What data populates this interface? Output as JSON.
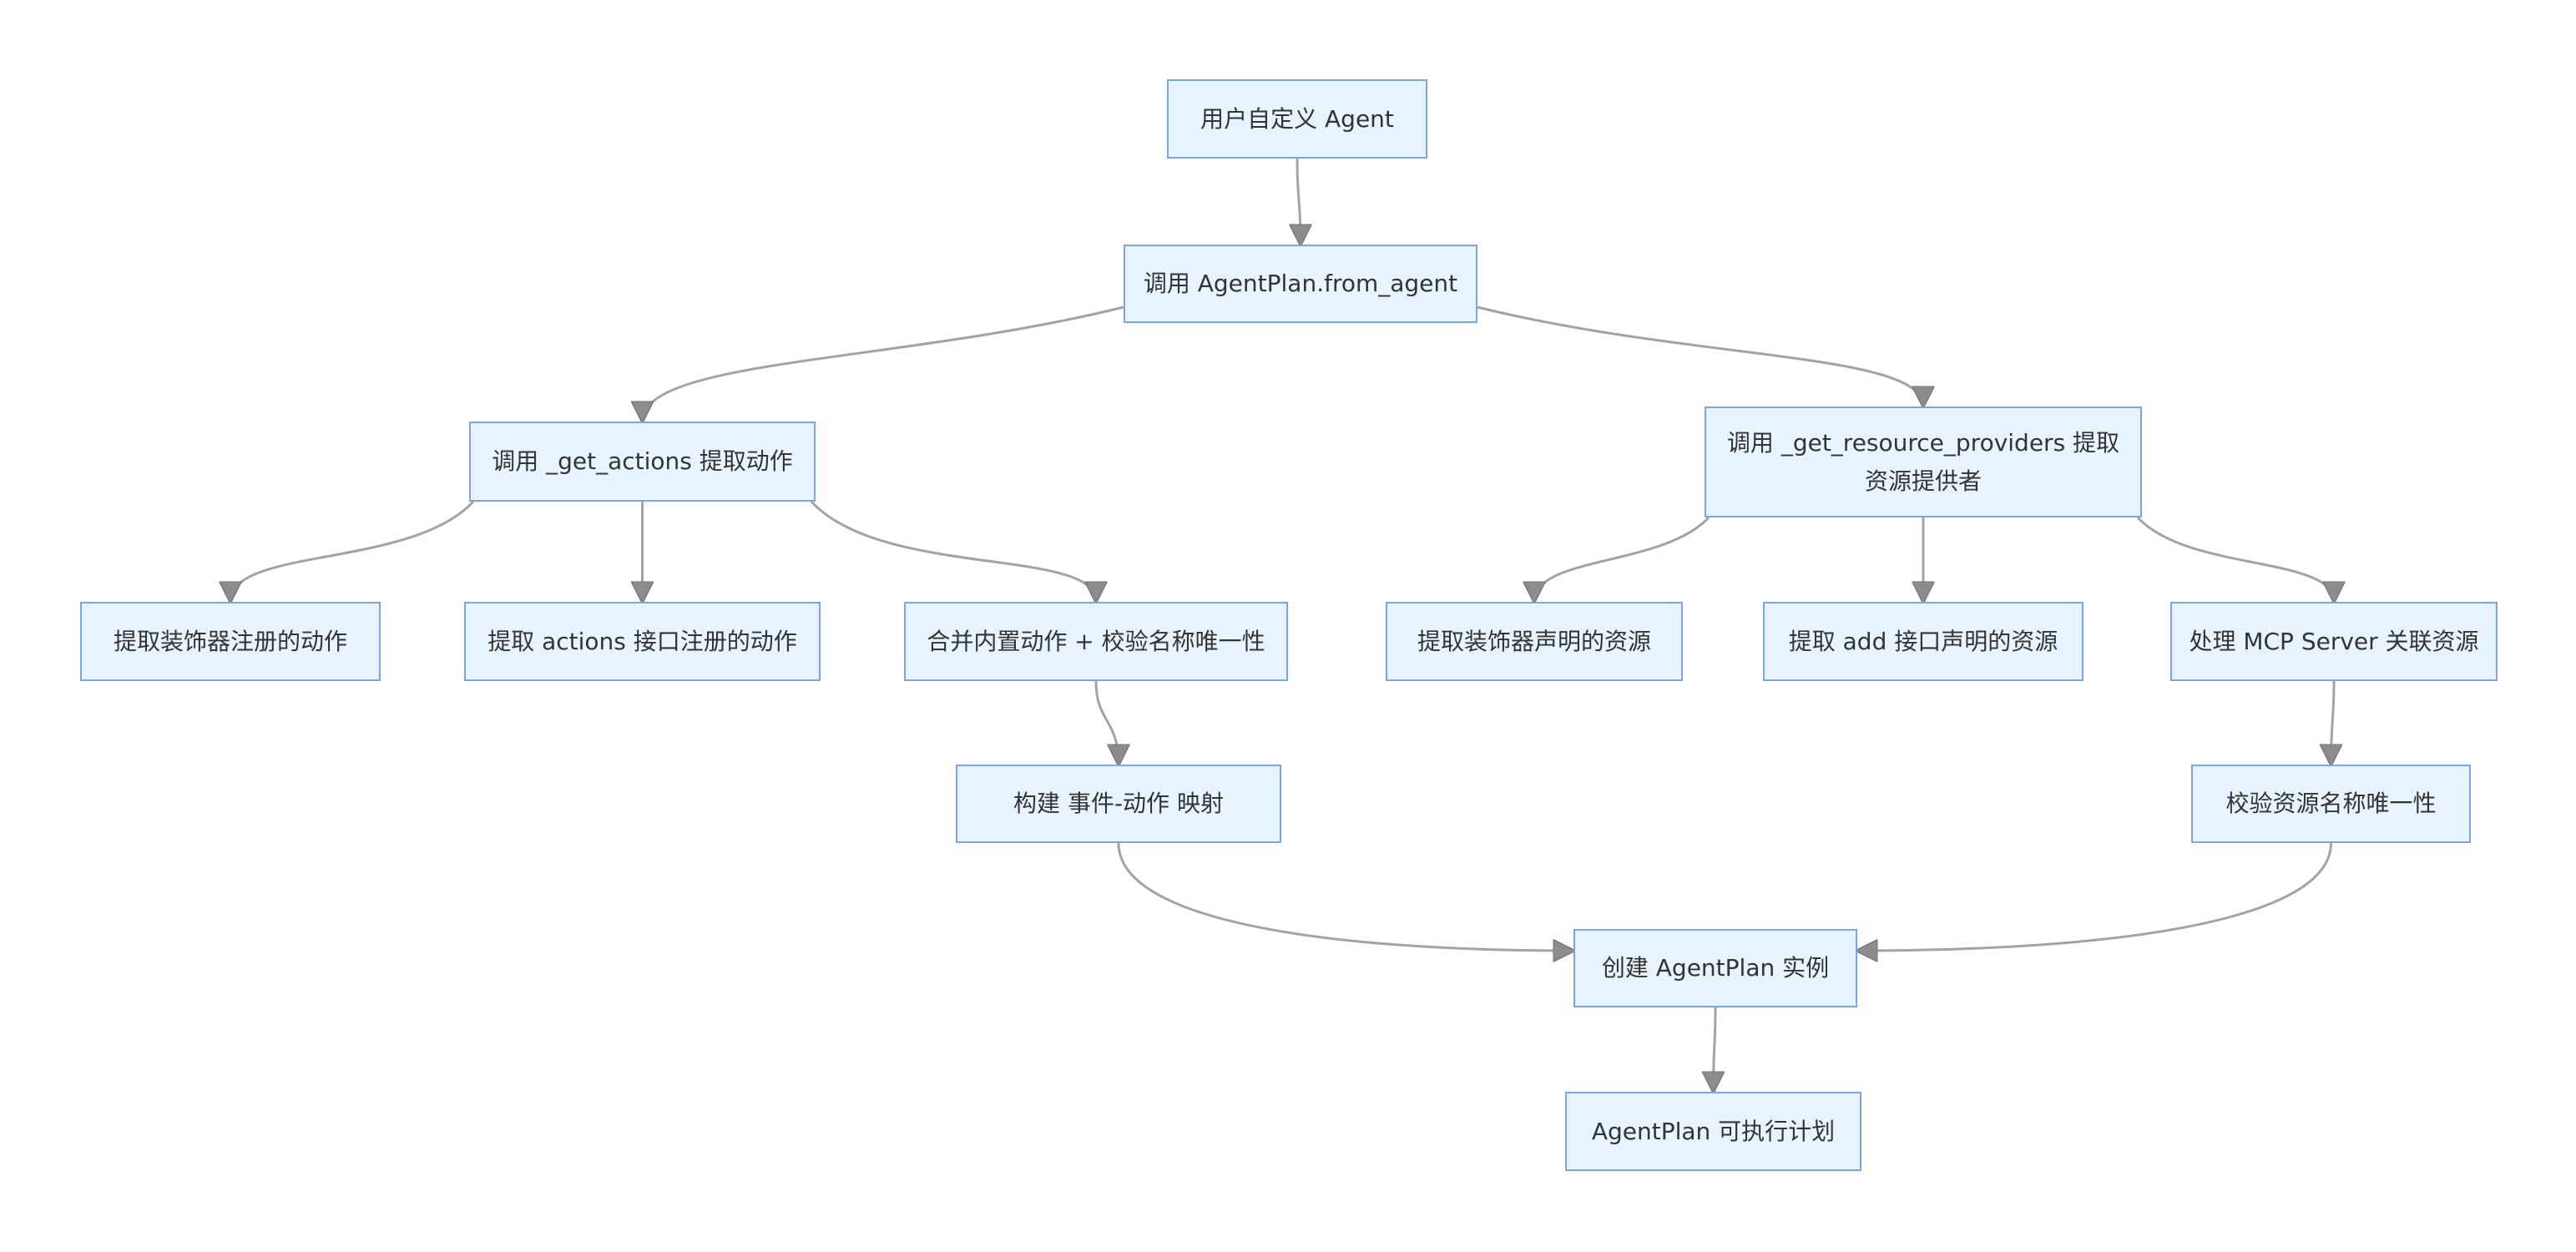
{
  "diagram": {
    "type": "flowchart",
    "direction": "top-down",
    "colors": {
      "node_fill": "#e8f4fd",
      "node_border": "#7ca5e8",
      "node_text": "#333333",
      "edge_line": "#a3a3a3",
      "arrowhead": "#8c8c8c",
      "background": "#ffffff"
    },
    "nodes": {
      "n1": {
        "label": "用户自定义 Agent"
      },
      "n2": {
        "label": "调用 AgentPlan.from_agent"
      },
      "n3": {
        "label": "调用 _get_actions 提取动作"
      },
      "n4": {
        "label": "调用 _get_resource_providers 提取资源提供者"
      },
      "n5": {
        "label": "提取装饰器注册的动作"
      },
      "n6": {
        "label": "提取 actions 接口注册的动作"
      },
      "n7": {
        "label": "合并内置动作 + 校验名称唯一性"
      },
      "n8": {
        "label": "提取装饰器声明的资源"
      },
      "n9": {
        "label": "提取 add 接口声明的资源"
      },
      "n10": {
        "label": "处理 MCP Server 关联资源"
      },
      "n11": {
        "label": "构建 事件-动作 映射"
      },
      "n12": {
        "label": "校验资源名称唯一性"
      },
      "n13": {
        "label": "创建 AgentPlan 实例"
      },
      "n14": {
        "label": "AgentPlan 可执行计划"
      }
    },
    "edges": [
      {
        "from": "n1",
        "to": "n2",
        "exit": "bottom",
        "enter": "top"
      },
      {
        "from": "n2",
        "to": "n3",
        "exit": "left",
        "enter": "top"
      },
      {
        "from": "n2",
        "to": "n4",
        "exit": "right",
        "enter": "top"
      },
      {
        "from": "n3",
        "to": "n5",
        "exit": "bottom-left",
        "enter": "top"
      },
      {
        "from": "n3",
        "to": "n6",
        "exit": "bottom",
        "enter": "top"
      },
      {
        "from": "n3",
        "to": "n7",
        "exit": "bottom-right",
        "enter": "top"
      },
      {
        "from": "n4",
        "to": "n8",
        "exit": "bottom-left",
        "enter": "top"
      },
      {
        "from": "n4",
        "to": "n9",
        "exit": "bottom",
        "enter": "top"
      },
      {
        "from": "n4",
        "to": "n10",
        "exit": "bottom-right",
        "enter": "top"
      },
      {
        "from": "n7",
        "to": "n11",
        "exit": "bottom",
        "enter": "top"
      },
      {
        "from": "n10",
        "to": "n12",
        "exit": "bottom",
        "enter": "top"
      },
      {
        "from": "n11",
        "to": "n13",
        "exit": "bottom",
        "enter": "left"
      },
      {
        "from": "n12",
        "to": "n13",
        "exit": "bottom",
        "enter": "right"
      },
      {
        "from": "n13",
        "to": "n14",
        "exit": "bottom",
        "enter": "top"
      }
    ]
  }
}
